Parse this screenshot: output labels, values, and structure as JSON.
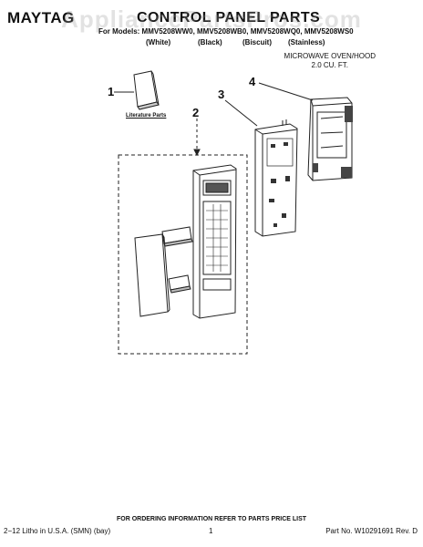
{
  "header": {
    "brand": "MAYTAG",
    "title": "CONTROL PANEL PARTS",
    "watermark": "AppliancePartsPros.com",
    "models_line": "For Models: MMV5208WW0, MMV5208WB0, MMV5208WQ0, MMV5208WS0",
    "finishes": [
      "(White)",
      "(Black)",
      "(Biscuit)",
      "(Stainless)"
    ],
    "oven_type_line1": "MICROWAVE OVEN/HOOD",
    "oven_type_line2": "2.0 CU. FT."
  },
  "callouts": {
    "c1": "1",
    "c2": "2",
    "c3": "3",
    "c4": "4",
    "literature_label": "Literature Parts"
  },
  "footer": {
    "ordering_note": "FOR ORDERING INFORMATION REFER TO PARTS PRICE LIST",
    "litho": "2−12 Litho in U.S.A. (SMN) (bay)",
    "page": "1",
    "part_no": "Part No. W10291691 Rev. D"
  },
  "colors": {
    "line": "#222222",
    "watermark": "#9a9a9a"
  }
}
